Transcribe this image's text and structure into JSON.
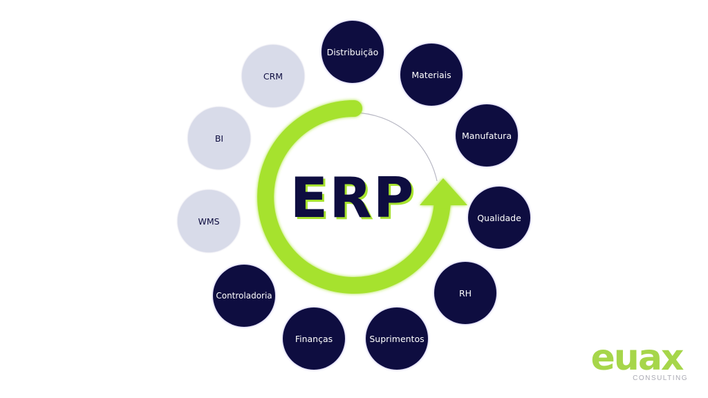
{
  "diagram": {
    "title": "ERP",
    "colors": {
      "dark_node": "#0e0d40",
      "light_node": "#d8dbe9",
      "accent_green": "#a6e22e",
      "text_dark": "#0e0d40",
      "text_light": "#ffffff"
    },
    "modules": [
      {
        "label": "Distribuição",
        "style": "dark"
      },
      {
        "label": "Materiais",
        "style": "dark"
      },
      {
        "label": "Manufatura",
        "style": "dark"
      },
      {
        "label": "Qualidade",
        "style": "dark"
      },
      {
        "label": "RH",
        "style": "dark"
      },
      {
        "label": "Suprimentos",
        "style": "dark"
      },
      {
        "label": "Finanças",
        "style": "dark"
      },
      {
        "label": "Controladoria",
        "style": "dark"
      },
      {
        "label": "WMS",
        "style": "light"
      },
      {
        "label": "BI",
        "style": "light"
      },
      {
        "label": "CRM",
        "style": "light"
      }
    ]
  },
  "logo": {
    "name": "euax",
    "tagline": "CONSULTING"
  }
}
